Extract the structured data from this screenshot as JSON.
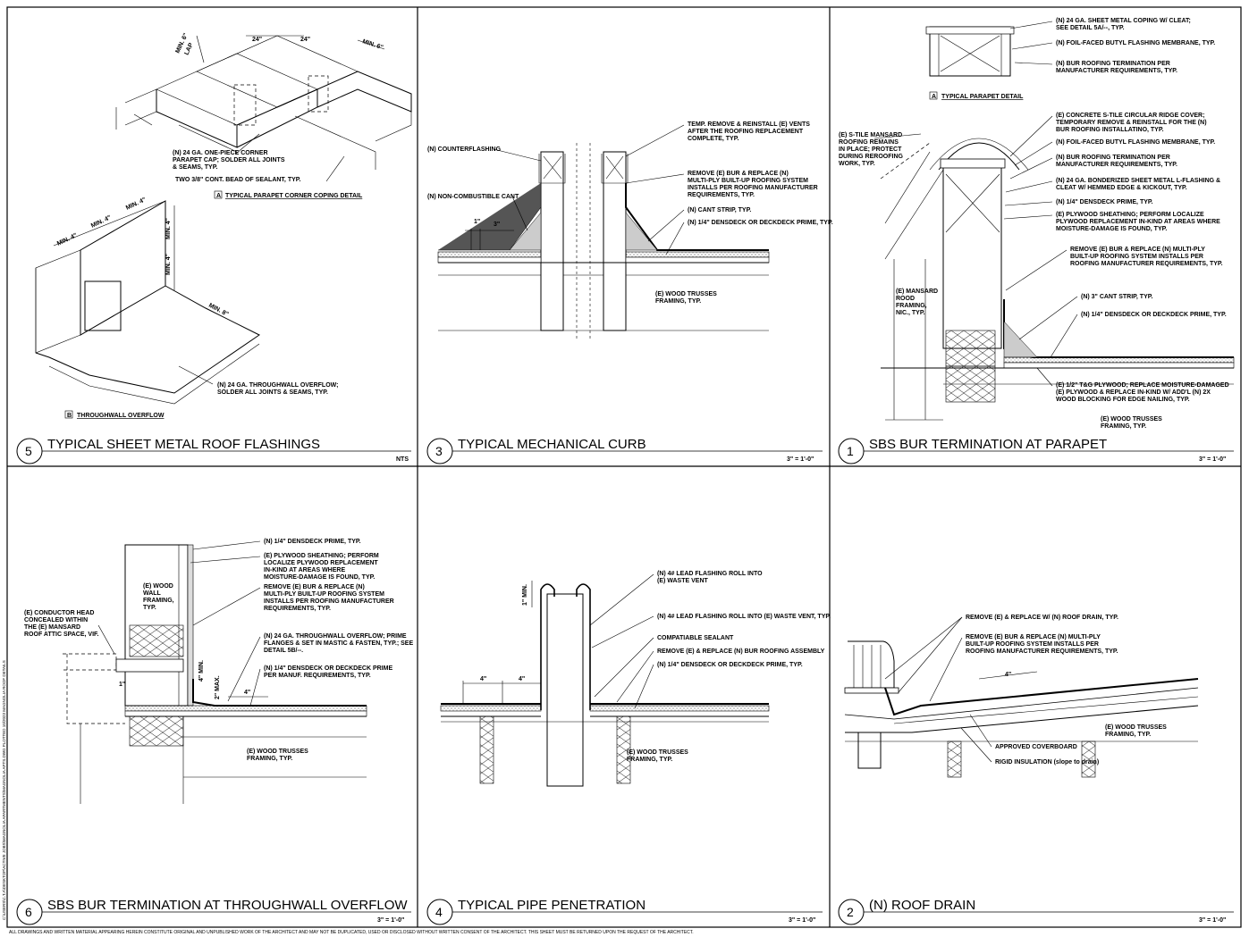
{
  "panels": {
    "p5": {
      "number": "5",
      "title": "TYPICAL SHEET METAL ROOF FLASHINGS",
      "scale": "NTS",
      "detail_a": {
        "tag": "A",
        "title": "TYPICAL PARAPET CORNER COPING DETAIL"
      },
      "detail_b": {
        "tag": "B",
        "title": "THROUGHWALL OVERFLOW"
      },
      "dims": {
        "min6_left": "MIN. 6\"",
        "lap": "LAP",
        "w24_a": "24\"",
        "w24_b": "24\"",
        "min6_right": "MIN. 6\"",
        "min4_a": "MIN. 4\"",
        "min4_b": "MIN. 4\"",
        "min4_c": "MIN. 4\"",
        "min4_d": "MIN. 4\"",
        "min4_e": "MIN. 4\"",
        "min8": "MIN. 8\""
      },
      "notes": {
        "corner_cap": [
          "(N) 24 GA. ONE-PIECE CORNER",
          "PARAPET CAP; SOLDER ALL JOINTS",
          "& SEAMS, TYP."
        ],
        "sealant": [
          "TWO 3/8\" CONT. BEAD OF SEALANT, TYP."
        ],
        "overflow": [
          "(N) 24 GA. THROUGHWALL OVERFLOW;",
          "SOLDER ALL JOINTS & SEAMS, TYP."
        ]
      }
    },
    "p3": {
      "number": "3",
      "title": "TYPICAL MECHANICAL CURB",
      "scale": "3\" = 1'-0\"",
      "dims": {
        "d1": "1\"",
        "d3": "3\""
      },
      "notes": {
        "counterflashing": [
          "(N) COUNTERFLASHING"
        ],
        "cant": [
          "(N) NON-COMBUSTIBLE CANT"
        ],
        "vents": [
          "TEMP. REMOVE & REINSTALL (E) VENTS",
          "AFTER THE ROOFING REPLACEMENT",
          "COMPLETE, TYP."
        ],
        "bur": [
          "REMOVE (E) BUR & REPLACE (N)",
          "MULTI-PLY BUILT-UP ROOFING SYSTEM",
          "INSTALLS PER ROOFING MANUFACTURER",
          "REQUIREMENTS, TYP."
        ],
        "cant_strip": [
          "(N) CANT STRIP, TYP."
        ],
        "densdeck": [
          "(N) 1/4\" DENSDECK OR DECKDECK PRIME, TYP."
        ],
        "trusses": [
          "(E) WOOD TRUSSES",
          "FRAMING, TYP."
        ]
      }
    },
    "p1": {
      "number": "1",
      "title": "SBS BUR TERMINATION AT PARAPET",
      "scale": "3\" = 1'-0\"",
      "detail_a": {
        "tag": "A",
        "title": "TYPICAL PARAPET DETAIL"
      },
      "notes": {
        "coping": [
          "(N) 24 GA. SHEET METAL COPING W/ CLEAT;",
          "SEE DETAIL 5A/--, TYP."
        ],
        "butyl_a": [
          "(N) FOIL-FACED BUTYL FLASHING MEMBRANE, TYP."
        ],
        "term_a": [
          "(N) BUR ROOFING TERMINATION PER",
          "MANUFACTURER REQUIREMENTS, TYP."
        ],
        "stile": [
          "(E) S-TILE MANSARD",
          "ROOFING REMAINS",
          "IN PLACE; PROTECT",
          "DURING REROOFING",
          "WORK, TYP."
        ],
        "ridge": [
          "(E) CONCRETE S-TILE CIRCULAR RIDGE COVER;",
          "TEMPORARY REMOVE & REINSTALL FOR THE (N)",
          "BUR ROOFING INSTALLATINO, TYP."
        ],
        "butyl_b": [
          "(N) FOIL-FACED BUTYL FLASHING MEMBRANE, TYP."
        ],
        "term_b": [
          "(N) BUR ROOFING TERMINATION PER",
          "MANUFACTURER REQUIREMENTS, TYP."
        ],
        "lflash": [
          "(N) 24 GA. BONDERIZED SHEET METAL L-FLASHING &",
          "CLEAT W/ HEMMED EDGE & KICKOUT, TYP."
        ],
        "densdeck_a": [
          "(N) 1/4\" DENSDECK PRIME, TYP."
        ],
        "plywood": [
          "(E) PLYWOOD SHEATHING; PERFORM LOCALIZE",
          "PLYWOOD REPLACEMENT IN-KIND AT AREAS WHERE",
          "MOISTURE-DAMAGE IS FOUND, TYP."
        ],
        "bur": [
          "REMOVE (E) BUR & REPLACE (N) MULTI-PLY",
          "BUILT-UP ROOFING SYSTEM INSTALLS PER",
          "ROOFING MANUFACTURER REQUIREMENTS, TYP."
        ],
        "mansard": [
          "(E) MANSARD",
          "ROOD",
          "FRAMING,",
          "NIC., TYP."
        ],
        "cant": [
          "(N) 3\" CANT STRIP, TYP."
        ],
        "densdeck_b": [
          "(N) 1/4\" DENSDECK OR DECKDECK PRIME, TYP."
        ],
        "tg": [
          "(E) 1/2\" T&G PLYWOOD; REPLACE MOISTURE-DAMAGED",
          "(E) PLYWOOD & REPLACE IN-KIND W/ ADD'L (N) 2X",
          "WOOD BLOCKING FOR EDGE NAILING, TYP."
        ],
        "trusses": [
          "(E) WOOD TRUSSES",
          "FRAMING, TYP."
        ]
      }
    },
    "p6": {
      "number": "6",
      "title": "SBS BUR TERMINATION AT THROUGHWALL OVERFLOW",
      "scale": "3\" = 1'-0\"",
      "dims": {
        "d1": "1\"",
        "d4min": "4\" MIN.",
        "d2max": "2\" MAX.",
        "d4": "4\""
      },
      "notes": {
        "densdeck": [
          "(N) 1/4\" DENSDECK PRIME, TYP."
        ],
        "plywood": [
          "(E) PLYWOOD SHEATHING; PERFORM",
          "LOCALIZE PLYWOOD REPLACEMENT",
          "IN-KIND AT AREAS WHERE",
          "MOISTURE-DAMAGE IS FOUND, TYP."
        ],
        "wall": [
          "(E) WOOD",
          "WALL",
          "FRAMING,",
          "TYP."
        ],
        "bur": [
          "REMOVE (E) BUR & REPLACE (N)",
          "MULTI-PLY BUILT-UP ROOFING SYSTEM",
          "INSTALLS PER ROOFING MANUFACTURER",
          "REQUIREMENTS, TYP."
        ],
        "conductor": [
          "(E) CONDUCTOR HEAD",
          "CONCEALED WITHIN",
          "THE (E) MANSARD",
          "ROOF ATTIC SPACE, VIF."
        ],
        "overflow": [
          "(N) 24 GA. THROUGHWALL OVERFLOW; PRIME",
          "FLANGES & SET IN MASTIC & FASTEN, TYP.; SEE",
          "DETAIL 5B/--."
        ],
        "densdeck_b": [
          "(N) 1/4\" DENSDECK OR DECKDECK PRIME",
          "PER MANUF. REQUIREMENTS, TYP."
        ],
        "trusses": [
          "(E) WOOD TRUSSES",
          "FRAMING, TYP."
        ]
      }
    },
    "p4": {
      "number": "4",
      "title": "TYPICAL PIPE PENETRATION",
      "scale": "3\" = 1'-0\"",
      "dims": {
        "min1": "1\" MIN.",
        "d4a": "4\"",
        "d4b": "4\""
      },
      "notes": {
        "lead_a": [
          "(N) 4# LEAD FLASHING ROLL INTO",
          "(E) WASTE VENT"
        ],
        "lead_b": [
          "(N) 4# LEAD FLASHING ROLL INTO (E) WASTE VENT, TYP."
        ],
        "sealant": [
          "COMPATIABLE SEALANT"
        ],
        "bur": [
          "REMOVE (E) & REPLACE (N) BUR ROOFING ASSEMBLY"
        ],
        "densdeck": [
          "(N) 1/4\" DENSDECK OR DECKDECK PRIME, TYP."
        ],
        "trusses": [
          "(E) WOOD TRUSSES",
          "FRAMING, TYP."
        ]
      }
    },
    "p2": {
      "number": "2",
      "title": "(N) ROOF DRAIN",
      "scale": "3\" = 1'-0\"",
      "dims": {
        "d4": "4\""
      },
      "notes": {
        "drain": [
          "REMOVE (E) & REPLACE W/ (N) ROOF DRAIN, TYP."
        ],
        "bur": [
          "REMOVE (E) BUR & REPLACE (N) MULTI-PLY",
          "BUILT-UP ROOFING SYSTEM INSTALLS PER",
          "ROOFING MANUFACTURER REQUIREMENTS, TYP."
        ],
        "trusses": [
          "(E) WOOD TRUSSES",
          "FRAMING, TYP."
        ],
        "coverboard": [
          "APPROVED COVERBOARD"
        ],
        "insulation": [
          "RIGID INSULATION (slope to drain)"
        ]
      }
    }
  },
  "side_text": "C:\\USERS\\C.T.A\\DESKTOP\\ACTIVE JOBS\\MAGNOLIA APARTMENTS\\MAGNOLIA APTS.DWG PLOTTED 10/2023 MAGNOLIA ROOF DETAILS",
  "footer_text": "ALL DRAWINGS AND WRITTEN MATERIAL APPEARING HEREIN CONSTITUTE ORIGINAL AND UNPUBLISHED WORK OF THE ARCHITECT AND MAY NOT BE DUPLICATED, USED OR DISCLOSED WITHOUT WRITTEN CONSENT OF THE ARCHITECT.  THIS SHEET MUST BE RETURNED UPON THE REQUEST OF THE ARCHITECT."
}
